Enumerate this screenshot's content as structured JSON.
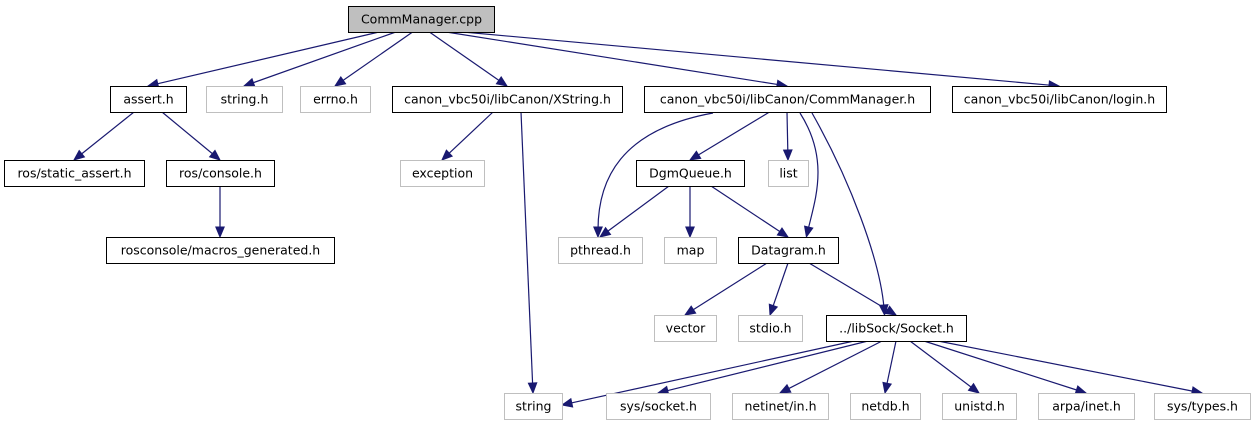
{
  "graph": {
    "nodes": [
      {
        "id": "commmanager_cpp",
        "label": "CommManager.cpp",
        "kind": "root"
      },
      {
        "id": "assert_h",
        "label": "assert.h",
        "kind": "int"
      },
      {
        "id": "string_h",
        "label": "string.h",
        "kind": "ext"
      },
      {
        "id": "errno_h",
        "label": "errno.h",
        "kind": "ext"
      },
      {
        "id": "xstring_h",
        "label": "canon_vbc50i/libCanon/XString.h",
        "kind": "int"
      },
      {
        "id": "commmanager_h",
        "label": "canon_vbc50i/libCanon/CommManager.h",
        "kind": "int"
      },
      {
        "id": "login_h",
        "label": "canon_vbc50i/libCanon/login.h",
        "kind": "int"
      },
      {
        "id": "static_assert_h",
        "label": "ros/static_assert.h",
        "kind": "int"
      },
      {
        "id": "console_h",
        "label": "ros/console.h",
        "kind": "int"
      },
      {
        "id": "macros_generated_h",
        "label": "rosconsole/macros_generated.h",
        "kind": "int"
      },
      {
        "id": "exception",
        "label": "exception",
        "kind": "ext"
      },
      {
        "id": "dgmqueue_h",
        "label": "DgmQueue.h",
        "kind": "int"
      },
      {
        "id": "list",
        "label": "list",
        "kind": "ext"
      },
      {
        "id": "pthread_h",
        "label": "pthread.h",
        "kind": "ext"
      },
      {
        "id": "map",
        "label": "map",
        "kind": "ext"
      },
      {
        "id": "datagram_h",
        "label": "Datagram.h",
        "kind": "int"
      },
      {
        "id": "vector",
        "label": "vector",
        "kind": "ext"
      },
      {
        "id": "stdio_h",
        "label": "stdio.h",
        "kind": "ext"
      },
      {
        "id": "socket_h",
        "label": "../libSock/Socket.h",
        "kind": "int"
      },
      {
        "id": "string",
        "label": "string",
        "kind": "ext"
      },
      {
        "id": "sys_socket_h",
        "label": "sys/socket.h",
        "kind": "ext"
      },
      {
        "id": "netinet_in_h",
        "label": "netinet/in.h",
        "kind": "ext"
      },
      {
        "id": "netdb_h",
        "label": "netdb.h",
        "kind": "ext"
      },
      {
        "id": "unistd_h",
        "label": "unistd.h",
        "kind": "ext"
      },
      {
        "id": "arpa_inet_h",
        "label": "arpa/inet.h",
        "kind": "ext"
      },
      {
        "id": "sys_types_h",
        "label": "sys/types.h",
        "kind": "ext"
      }
    ],
    "edges": [
      [
        "commmanager_cpp",
        "assert_h"
      ],
      [
        "commmanager_cpp",
        "string_h"
      ],
      [
        "commmanager_cpp",
        "errno_h"
      ],
      [
        "commmanager_cpp",
        "xstring_h"
      ],
      [
        "commmanager_cpp",
        "commmanager_h"
      ],
      [
        "commmanager_cpp",
        "login_h"
      ],
      [
        "assert_h",
        "static_assert_h"
      ],
      [
        "assert_h",
        "console_h"
      ],
      [
        "console_h",
        "macros_generated_h"
      ],
      [
        "xstring_h",
        "exception"
      ],
      [
        "xstring_h",
        "string"
      ],
      [
        "commmanager_h",
        "pthread_h"
      ],
      [
        "commmanager_h",
        "dgmqueue_h"
      ],
      [
        "commmanager_h",
        "list"
      ],
      [
        "commmanager_h",
        "datagram_h"
      ],
      [
        "commmanager_h",
        "socket_h"
      ],
      [
        "dgmqueue_h",
        "pthread_h"
      ],
      [
        "dgmqueue_h",
        "map"
      ],
      [
        "dgmqueue_h",
        "datagram_h"
      ],
      [
        "datagram_h",
        "vector"
      ],
      [
        "datagram_h",
        "stdio_h"
      ],
      [
        "datagram_h",
        "socket_h"
      ],
      [
        "socket_h",
        "string"
      ],
      [
        "socket_h",
        "sys_socket_h"
      ],
      [
        "socket_h",
        "netinet_in_h"
      ],
      [
        "socket_h",
        "netdb_h"
      ],
      [
        "socket_h",
        "unistd_h"
      ],
      [
        "socket_h",
        "arpa_inet_h"
      ],
      [
        "socket_h",
        "sys_types_h"
      ]
    ]
  }
}
